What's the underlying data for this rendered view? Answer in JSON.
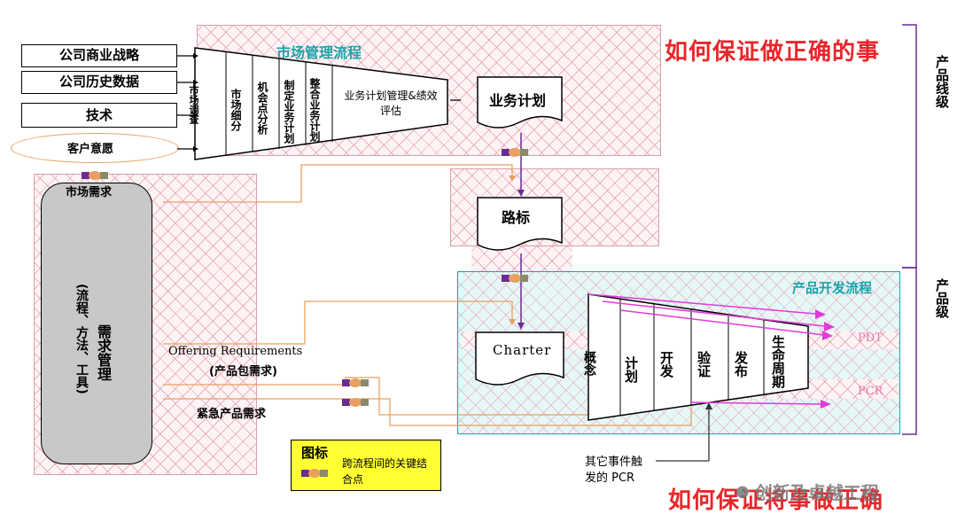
{
  "headings": {
    "top_question": "如何保证做正确的事",
    "bottom_question": "如何保证将事做正确",
    "product_line_level": "产品线级",
    "product_level": "产品级"
  },
  "inputs": {
    "strategy": "公司商业战略",
    "history": "公司历史数据",
    "technology": "技术",
    "customer_wish": "客户意愿"
  },
  "market_process": {
    "title": "市场管理流程",
    "steps": [
      "市场调查",
      "市场细分",
      "机会点分析",
      "制定业务计划",
      "整合业务计划"
    ],
    "final_step": "业务计划管理&绩效评估"
  },
  "docs": {
    "business_plan": "业务计划",
    "roadmap": "路标",
    "charter": "Charter"
  },
  "demand": {
    "market_demand": "市场需求",
    "demand_mgmt": "需求管理",
    "demand_mgmt_sub": "(流程、方法、工具)",
    "offering_req": "Offering Requirements",
    "offering_req_cn": "(产品包需求)",
    "urgent_req": "紧急产品需求"
  },
  "product_dev": {
    "title": "产品开发流程",
    "phases": [
      "概念",
      "计划",
      "开发",
      "验证",
      "发布",
      "生命周期"
    ],
    "pdt": "PDT",
    "pcr": "PCR",
    "other_events": "其它事件触",
    "other_events_2": "发的 PCR"
  },
  "legend": {
    "title": "图标",
    "text": "跨流程间的关键结合点"
  },
  "watermark": "创新及卓越工程",
  "colors": {
    "red": "#e8262a",
    "teal": "#1aa3a8",
    "purple": "#6b2c91",
    "magenta": "#e23ad8",
    "orange": "#e8a060",
    "hatch": "#dc8296",
    "legend_bg": "#ffff33"
  }
}
